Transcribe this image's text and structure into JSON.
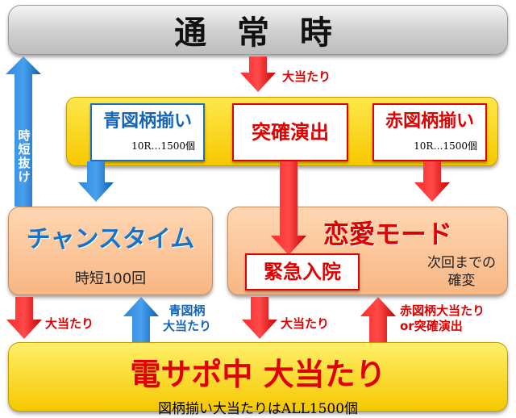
{
  "top_state": {
    "label": "通 常 時"
  },
  "labels": {
    "jackpot_top": "大当たり",
    "jitan_release_line1": "時短",
    "jitan_release_line2": "抜け",
    "jackpot_left": "大当たり",
    "blue_pattern_jackpot_line1": "青図柄",
    "blue_pattern_jackpot_line2": "大当たり",
    "jackpot_mid": "大当たり",
    "red_or_totsu_line1": "赤図柄大当たり",
    "red_or_totsu_line2": "or突確演出"
  },
  "yellow_band": {
    "blue_box": {
      "title": "青図柄揃い",
      "sub": "10R…1500個"
    },
    "red_center_box": {
      "title": "突確演出"
    },
    "red_right_box": {
      "title": "赤図柄揃い",
      "sub": "10R…1500個"
    }
  },
  "chance_time": {
    "title": "チャンスタイム",
    "body": "時短100回"
  },
  "love_mode": {
    "title": "恋愛モード",
    "emergency": "緊急入院",
    "note_line1": "次回までの",
    "note_line2": "確変"
  },
  "bottom": {
    "title": "電サポ中 大当たり",
    "sub": "図柄揃い大当たりはALL1500個"
  },
  "colors": {
    "red": "#e00000",
    "blue": "#1673cc",
    "yellow": "#f7c800",
    "peach": "#f8b683",
    "gray": "#cfcfcf"
  }
}
